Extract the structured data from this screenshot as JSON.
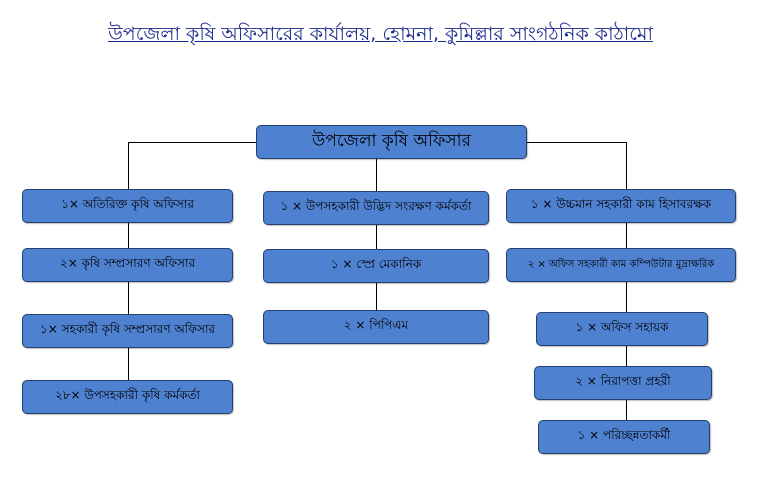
{
  "title": "উপজেলা কৃষি অফিসারের কার্যালয়, হোমনা, কুমিল্লার সাংগঠনিক কাঠামো",
  "head": "উপজেলা কৃষি অফিসার",
  "left": [
    "১× অতিরিক্ত কৃষি অফিসার",
    "২× কৃষি সম্প্রসারণ অফিসার",
    "১× সহকারী কৃষি সম্প্রসারণ অফিসার",
    "২৮× উপসহকারী কৃষি কর্মকর্তা"
  ],
  "middle": [
    "১ × উপসহকারী উদ্ভিদ সংরক্ষণ কর্মকর্তা",
    "১ × স্প্রে মেকানিক",
    "২ × পিপিএম"
  ],
  "right": [
    "১ × উচ্চমান সহকারী কাম হিসাবরক্ষক",
    "২ × অফিস সহকারী কাম কম্পিউটার  মুদ্রাক্ষরিক",
    "১ × অফিস সহায়ক",
    "২ × নিরাপত্তা প্রহরী",
    "১ × পরিচ্ছন্নতাকর্মী"
  ],
  "colors": {
    "box": "#4f81d1",
    "border": "#24406e",
    "title": "#1b2a8c"
  }
}
